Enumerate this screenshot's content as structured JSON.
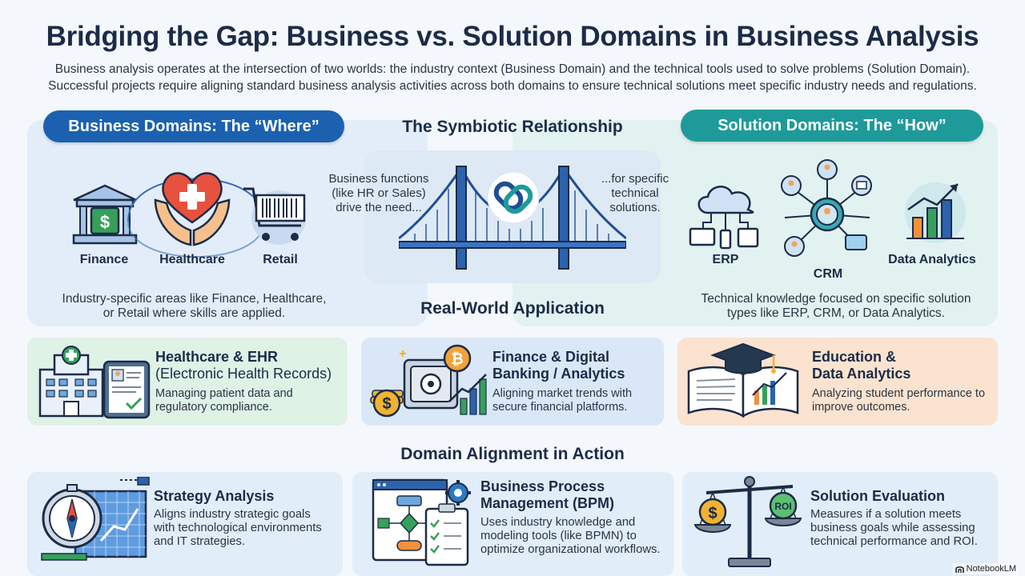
{
  "title": "Bridging the Gap: Business vs. Solution Domains in Business Analysis",
  "intro": "Business analysis operates at the intersection of two worlds: the industry context (Business Domain) and the technical tools used to solve problems (Solution Domain). Successful projects require aligning standard business analysis activities across both domains to ensure technical solutions meet specific industry needs and regulations.",
  "business_domains": {
    "heading": "Business Domains: The “Where”",
    "items": [
      "Finance",
      "Healthcare",
      "Retail"
    ],
    "description": "Industry-specific areas like Finance, Healthcare, or Retail where skills are applied."
  },
  "symbiotic": {
    "heading": "The Symbiotic Relationship",
    "left_text": "Business functions (like HR or Sales) drive the need...",
    "right_text": "...for specific technical solutions."
  },
  "solution_domains": {
    "heading": "Solution Domains: The “How”",
    "items": [
      "ERP",
      "CRM",
      "Data Analytics"
    ],
    "description": "Technical knowledge focused on specific solution types like ERP, CRM, or Data Analytics."
  },
  "real_world": {
    "heading": "Real-World Application",
    "cards": [
      {
        "title": "Healthcare & EHR",
        "subtitle": "(Electronic Health Records)",
        "text": "Managing patient data and regulatory compliance."
      },
      {
        "title": "Finance & Digital Banking / Analytics",
        "subtitle": "",
        "text": "Aligning market trends with secure financial platforms."
      },
      {
        "title": "Education & Data Analytics",
        "subtitle": "",
        "text": "Analyzing student performance to improve outcomes."
      }
    ]
  },
  "alignment": {
    "heading": "Domain Alignment in Action",
    "cards": [
      {
        "title": "Strategy Analysis",
        "text": "Aligns industry strategic goals with technological environments and IT strategies."
      },
      {
        "title": "Business Process Management (BPM)",
        "text": "Uses industry knowledge and modeling tools (like BPMN) to optimize organizational workflows."
      },
      {
        "title": "Solution Evaluation",
        "text": "Measures if a solution meets business goals while assessing technical performance and ROI."
      }
    ]
  },
  "icon_labels": {
    "bank": "$",
    "coin_dollar": "$",
    "coin_bitcoin": "₿",
    "scale_left": "$",
    "scale_right": "ROI"
  },
  "credit": "NotebookLM",
  "colors": {
    "business_blue": "#1b61b0",
    "solution_teal": "#1f9a9a",
    "heart_red": "#e8513e",
    "coin_gold": "#f2b233"
  }
}
